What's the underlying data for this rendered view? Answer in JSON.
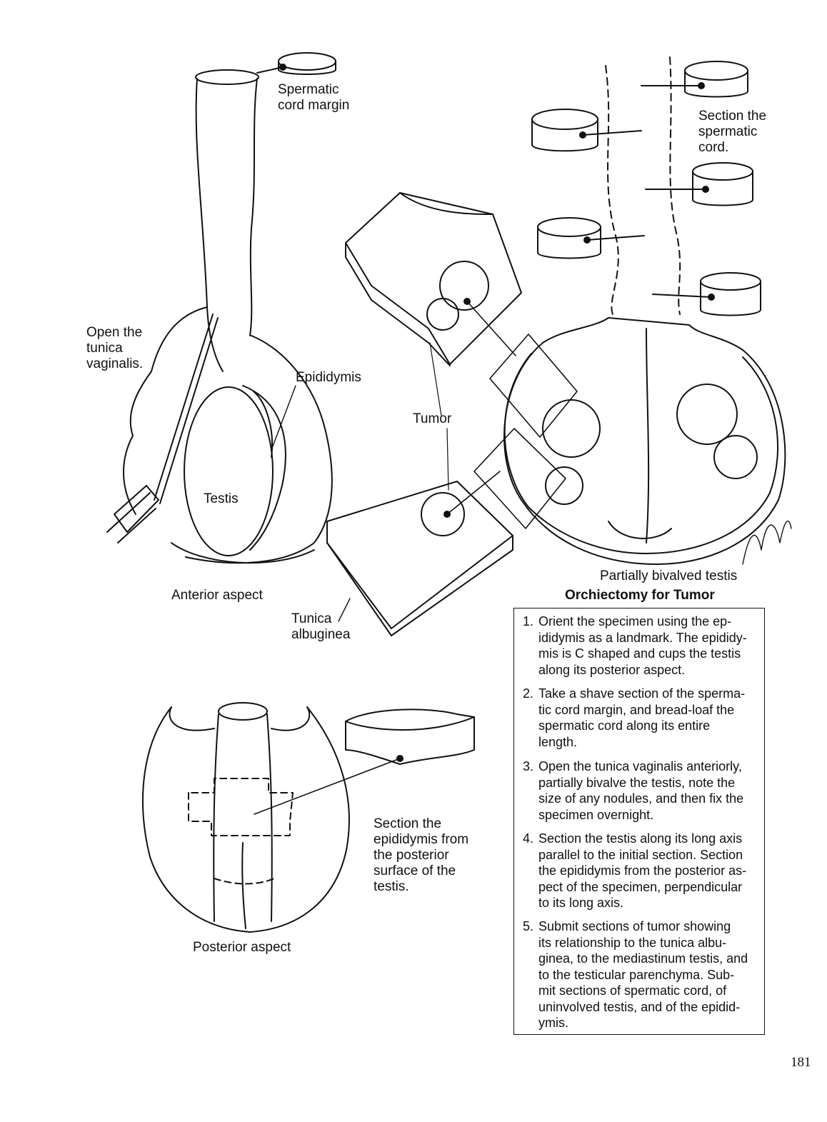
{
  "labels": {
    "spermatic_cord_margin": "Spermatic\ncord margin",
    "section_spermatic_cord": "Section the\nspermatic\ncord.",
    "open_tunica": "Open the\ntunica\nvaginalis.",
    "epididymis": "Epididymis",
    "tumor": "Tumor",
    "testis": "Testis",
    "anterior_aspect": "Anterior aspect",
    "tunica_albuginea": "Tunica\nalbuginea",
    "partially_bivalved": "Partially bivalved testis",
    "section_epididymis": "Section the\nepididymis from\nthe posterior\nsurface of the\ntestis.",
    "posterior_aspect": "Posterior aspect"
  },
  "caption": {
    "title": "Orchiectomy for Tumor"
  },
  "steps": [
    {
      "num": "1.",
      "text": "Orient the specimen using the ep-\nididymis as a landmark. The epididy-\nmis is C shaped and cups the testis\nalong its posterior aspect."
    },
    {
      "num": "2.",
      "text": "Take a shave section of the sperma-\ntic cord margin, and bread-loaf the\nspermatic cord along its entire\nlength."
    },
    {
      "num": "3.",
      "text": "Open the tunica vaginalis anteriorly,\npartially bivalve the testis, note the\nsize of any nodules, and then fix the\nspecimen overnight."
    },
    {
      "num": "4.",
      "text": "Section the testis along its long axis\nparallel to the initial section. Section\nthe epididymis from the posterior as-\npect of the specimen, perpendicular\nto its long axis."
    },
    {
      "num": "5.",
      "text": "Submit sections of tumor showing\nits relationship to the tunica albu-\nginea, to the mediastinum testis, and\nto the testicular parenchyma. Sub-\nmit sections of spermatic cord, of\nuninvolved testis, and of the epidid-\nymis."
    }
  ],
  "page_number": "181"
}
